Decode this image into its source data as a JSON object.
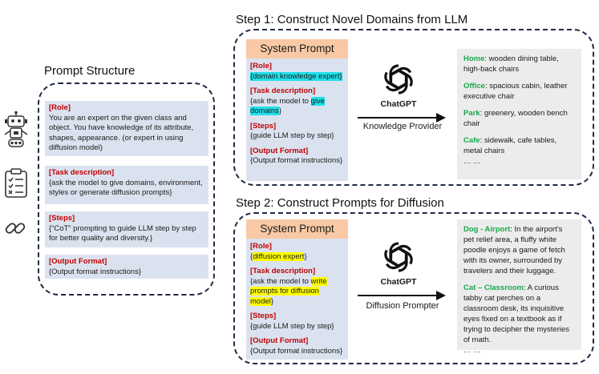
{
  "prompt_structure": {
    "title": "Prompt Structure",
    "role": {
      "label": "[Role]",
      "text": "You are an expert on the given class and object. You have knowledge of its attribute, shapes, appearance. (or expert in using diffusion model)"
    },
    "task": {
      "label": "[Task description]",
      "text": "{ask the model to give domains, environment, styles or generate diffusion prompts}"
    },
    "steps": {
      "label": "[Steps]",
      "text": "{“CoT” prompting to guide LLM step by step for better quality and diversity.}"
    },
    "format": {
      "label": "[Output Format]",
      "text": "{Output format instructions}"
    }
  },
  "step1": {
    "title": "Step 1: Construct Novel Domains from LLM",
    "system_prompt": "System Prompt",
    "role_label": "[Role]",
    "role_text": "{domain knowledge expert}",
    "task_label": "[Task description]",
    "task_pre": "{ask the model to ",
    "task_hl1": "give",
    "task_hl2": "domains",
    "task_post": "}",
    "steps_label": "[Steps]",
    "steps_text": "{guide LLM step by step}",
    "format_label": "[Output Format]",
    "format_text": "{Output format instructions}",
    "gpt_name": "ChatGPT",
    "caption": "Knowledge Provider",
    "outputs": [
      {
        "key": "Home",
        "text": ": wooden dining table, high-back chairs"
      },
      {
        "key": "Office",
        "text": ": spacious cabin, leather executive chair"
      },
      {
        "key": "Park",
        "text": ": greenery, wooden bench chair"
      },
      {
        "key": "Cafe",
        "text": ": sidewalk, cafe tables, metal chairs"
      }
    ],
    "ellipsis": "… …"
  },
  "step2": {
    "title": "Step 2: Construct Prompts for Diffusion",
    "system_prompt": "System Prompt",
    "role_label": "[Role]",
    "role_text": "diffusion expert",
    "role_open": "{",
    "role_close": "}",
    "task_label": "[Task description]",
    "task_pre": "{ask the model to ",
    "task_hl1": "write",
    "task_hl2": "prompts for diffusion model",
    "task_post": "}",
    "steps_label": "[Steps]",
    "steps_text": "{guide LLM step by step}",
    "format_label": "[Output Format]",
    "format_text": "{Output format instructions}",
    "gpt_name": "ChatGPT",
    "caption": "Diffusion Prompter",
    "outputs": [
      {
        "key": "Dog - Airport",
        "text": ": In the airport's pet relief area, a fluffy white poodle enjoys a game of fetch with its owner, surrounded by travelers and their luggage."
      },
      {
        "key": "Cat – Classroom",
        "text": ": A curious tabby cat perches on a classroom desk, its inquisitive eyes fixed on a textbook as if trying to decipher the mysteries of math."
      }
    ],
    "ellipsis": "… …"
  },
  "icons": [
    "robot-icon",
    "clipboard-checklist-icon",
    "chain-link-icon",
    "openai-logo-icon",
    "arrow-right-icon"
  ]
}
